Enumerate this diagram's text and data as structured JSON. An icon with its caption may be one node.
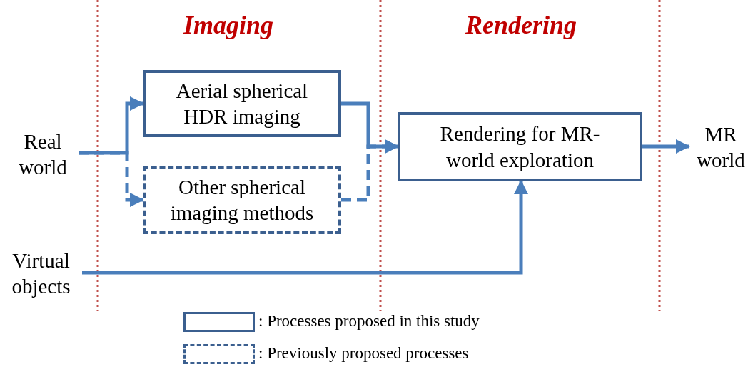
{
  "diagram": {
    "nodes": [
      {
        "text": [
          "Real world"
        ]
      },
      {
        "text": [
          "Aerial spherical HDR imaging"
        ]
      },
      {
        "text": [
          "Other spherical imaging methods"
        ]
      },
      {
        "text": [
          "Rendering for MR-world exploration"
        ]
      },
      {
        "text": [
          "MR world"
        ]
      },
      {
        "text": [
          "Virtual objects"
        ]
      }
    ],
    "edges": [
      {
        "from": 0,
        "to": 1,
        "arrow": "to"
      },
      {
        "from": 0,
        "to": 2,
        "arrow": "to",
        "style": "dashed"
      },
      {
        "from": 1,
        "to": 3,
        "arrow": "to"
      },
      {
        "from": 2,
        "to": 3,
        "arrow": "to",
        "style": "dashed"
      },
      {
        "from": 3,
        "to": 4,
        "arrow": "to"
      },
      {
        "from": 5,
        "to": 3,
        "arrow": "to"
      }
    ],
    "labels": [
      "Imaging",
      "Rendering"
    ],
    "legend": [
      {
        "text": ": Processes proposed in this study"
      },
      {
        "text": ": Previously proposed processes"
      }
    ]
  }
}
